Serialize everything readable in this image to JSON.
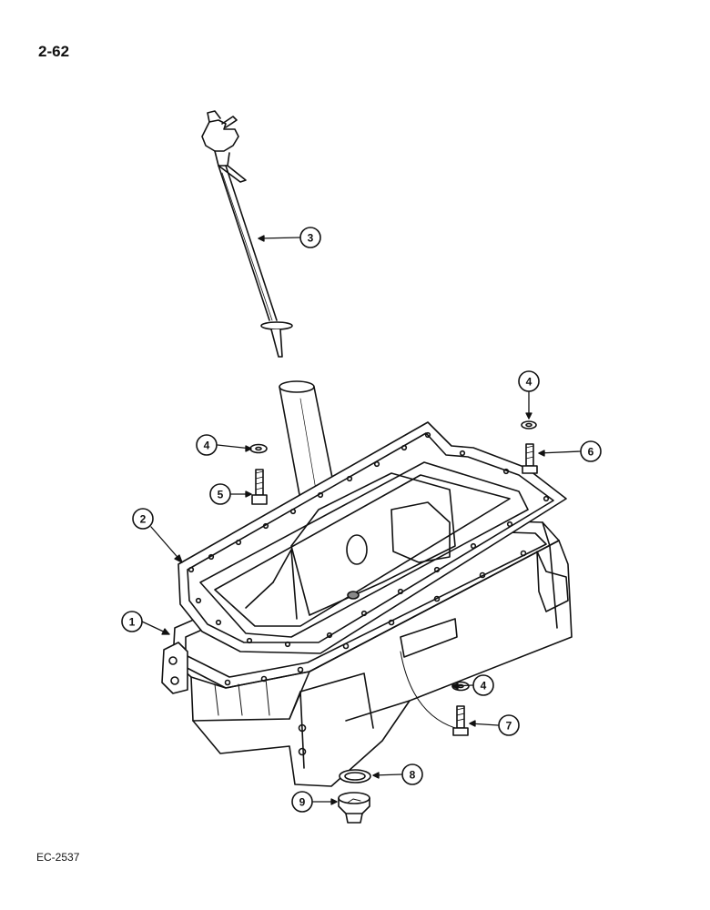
{
  "header": {
    "page_number": "2-62"
  },
  "footer": {
    "figure_code": "EC-2537"
  },
  "callouts": [
    {
      "id": "c1",
      "label": "1",
      "part": "oil-pan"
    },
    {
      "id": "c2",
      "label": "2",
      "part": "gasket"
    },
    {
      "id": "c3",
      "label": "3",
      "part": "dipstick"
    },
    {
      "id": "c4a",
      "label": "4",
      "part": "washer"
    },
    {
      "id": "c4b",
      "label": "4",
      "part": "washer"
    },
    {
      "id": "c4c",
      "label": "4",
      "part": "washer"
    },
    {
      "id": "c5",
      "label": "5",
      "part": "bolt"
    },
    {
      "id": "c6",
      "label": "6",
      "part": "bolt"
    },
    {
      "id": "c7",
      "label": "7",
      "part": "bolt"
    },
    {
      "id": "c8",
      "label": "8",
      "part": "sealing-ring"
    },
    {
      "id": "c9",
      "label": "9",
      "part": "drain-plug"
    }
  ]
}
